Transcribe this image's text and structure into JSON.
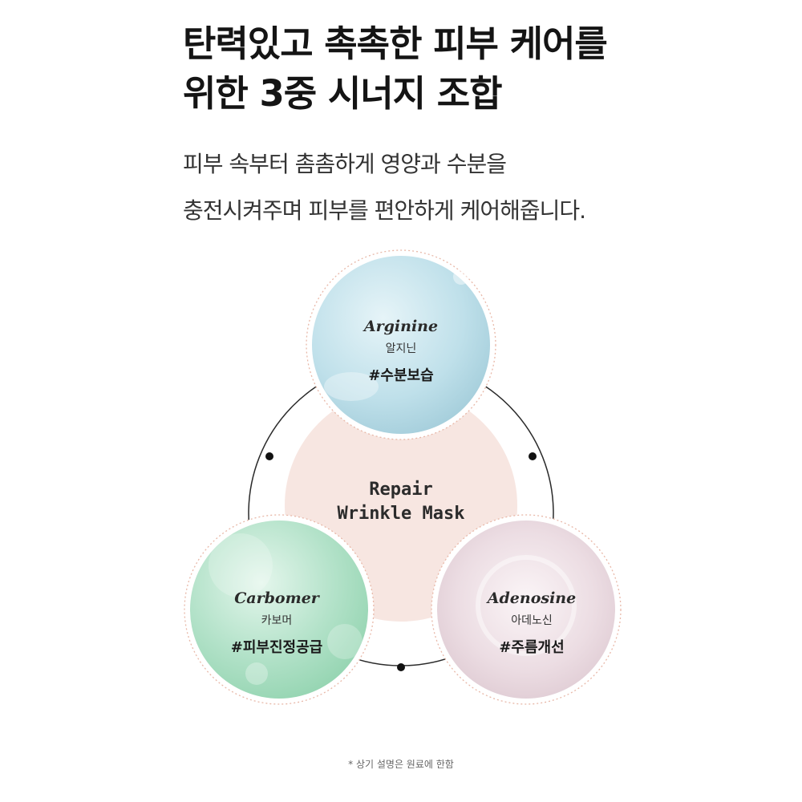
{
  "headline": [
    "탄력있고 촉촉한 피부 케어를",
    "위한 3중 시너지 조합"
  ],
  "description": [
    "피부 속부터 촘촘하게 영양과 수분을",
    "충전시켜주며 피부를 편안하게 케어해줍니다."
  ],
  "center": [
    "Repair",
    "Wrinkle Mask"
  ],
  "ingredients": [
    {
      "name_en": "Arginine",
      "name_ko": "알지닌",
      "tag": "#수분보습",
      "color": "#b7dbe6"
    },
    {
      "name_en": "Carbomer",
      "name_ko": "카보머",
      "tag": "#피부진정공급",
      "color": "#a8dcc0"
    },
    {
      "name_en": "Adenosine",
      "name_ko": "아데노신",
      "tag": "#주름개선",
      "color": "#ead8df"
    }
  ],
  "center_color": "#f7e6e1",
  "footnote": "* 상기 설명은 원료에 한함"
}
